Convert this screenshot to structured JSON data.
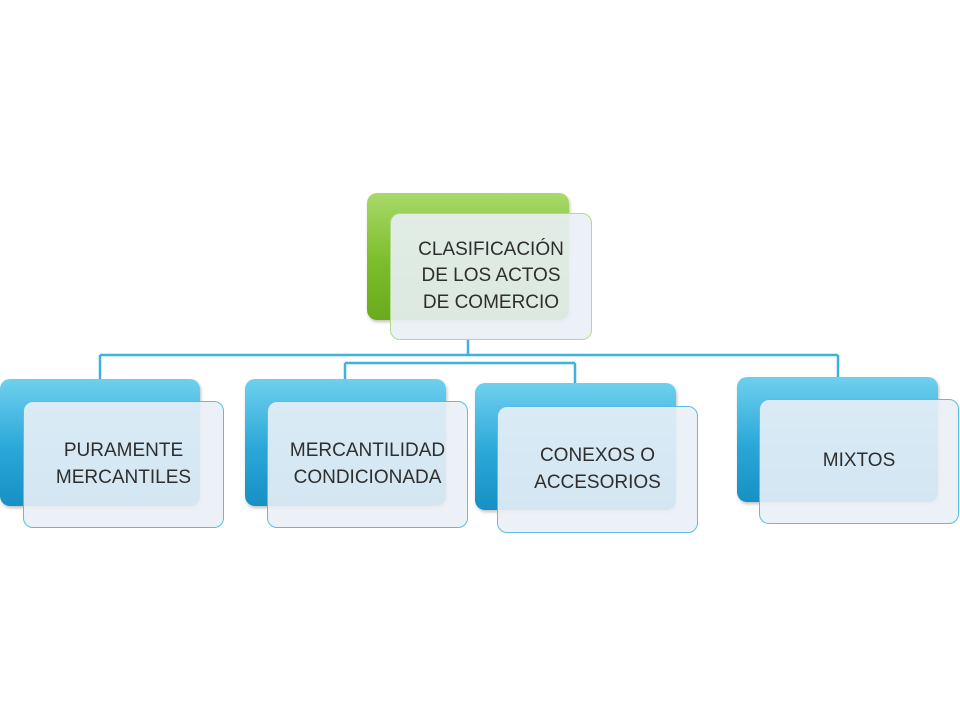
{
  "diagram": {
    "root": {
      "label": "CLASIFICACIÓN\nDE LOS ACTOS\nDE COMERCIO"
    },
    "children": [
      {
        "label": "PURAMENTE\nMERCANTILES"
      },
      {
        "label": "MERCANTILIDAD\nCONDICIONADA"
      },
      {
        "label": "CONEXOS O\nACCESORIOS"
      },
      {
        "label": "MIXTOS"
      }
    ],
    "colors": {
      "root_accent": "#7bbd2a",
      "child_accent": "#2aa7d8",
      "connector": "#3fb2dc",
      "card_fill": "#e9f0f6"
    }
  }
}
